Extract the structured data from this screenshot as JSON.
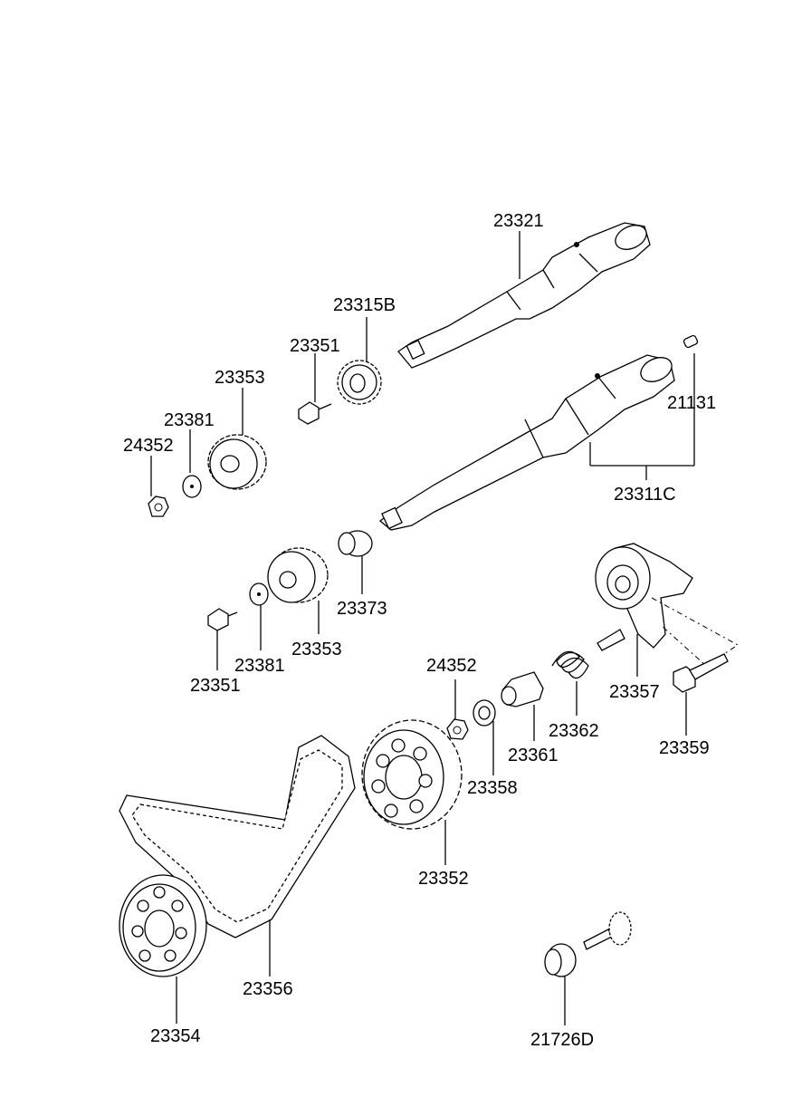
{
  "labels": {
    "p23321": "23321",
    "p23315B": "23315B",
    "p23351_top": "23351",
    "p23353_top": "23353",
    "p23381_top": "23381",
    "p24352_top": "24352",
    "p21131": "21131",
    "p23311C": "23311C",
    "p23373": "23373",
    "p23353_mid": "23353",
    "p23381_mid": "23381",
    "p23351_mid": "23351",
    "p24352_mid": "24352",
    "p23357": "23357",
    "p23362": "23362",
    "p23361": "23361",
    "p23359": "23359",
    "p23358": "23358",
    "p23352": "23352",
    "p23356": "23356",
    "p23354": "23354",
    "p21726D": "21726D"
  }
}
